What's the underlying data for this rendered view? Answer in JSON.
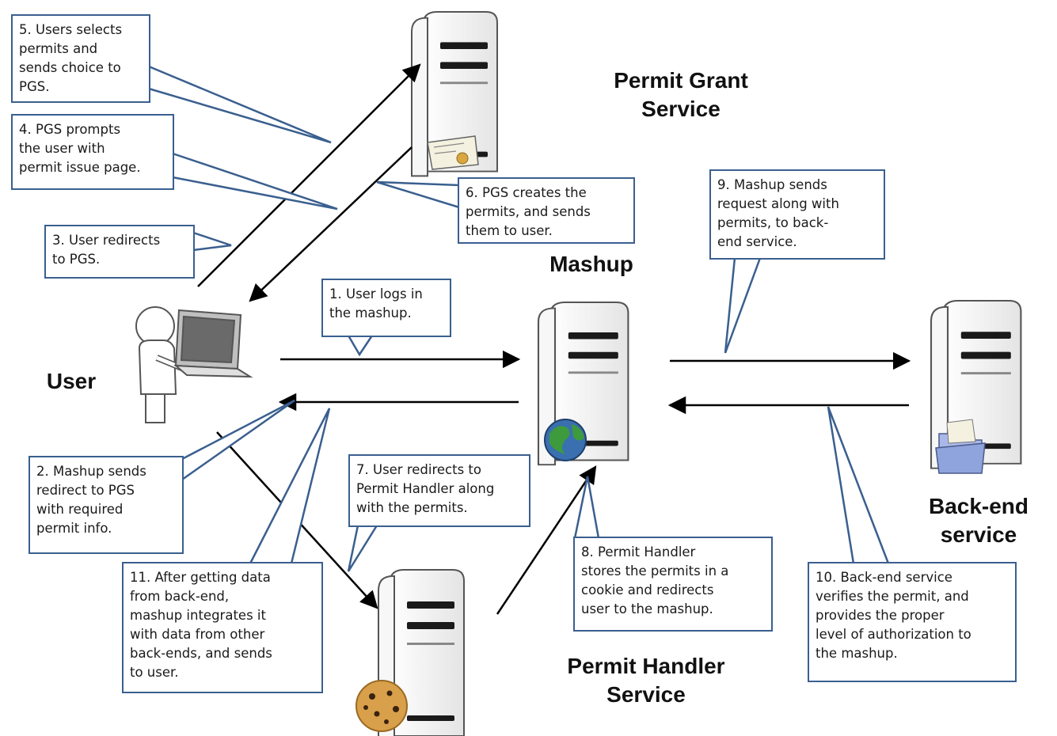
{
  "nodes": {
    "pgs": [
      "Permit Grant",
      "Service"
    ],
    "mashup": "Mashup",
    "user": "User",
    "backend": [
      "Back-end",
      "service"
    ],
    "phs": [
      "Permit Handler",
      "Service"
    ]
  },
  "steps": [
    {
      "id": "1",
      "lines": [
        "1. User logs in",
        "the mashup."
      ]
    },
    {
      "id": "2",
      "lines": [
        "2. Mashup sends",
        "redirect to PGS",
        "with required",
        "permit info."
      ]
    },
    {
      "id": "3",
      "lines": [
        "3. User redirects",
        "to PGS."
      ]
    },
    {
      "id": "4",
      "lines": [
        "4. PGS prompts",
        "the user with",
        "permit issue page."
      ]
    },
    {
      "id": "5",
      "lines": [
        "5. Users selects",
        "permits and",
        "sends choice to",
        "PGS."
      ]
    },
    {
      "id": "6",
      "lines": [
        "6. PGS creates the",
        "permits, and sends",
        "them to user."
      ]
    },
    {
      "id": "7",
      "lines": [
        "7. User redirects to",
        "Permit Handler along",
        "with the permits."
      ]
    },
    {
      "id": "8",
      "lines": [
        "8. Permit Handler",
        "stores the permits in a",
        "cookie and redirects",
        "user to the mashup."
      ]
    },
    {
      "id": "9",
      "lines": [
        "9. Mashup sends",
        "request along with",
        "permits, to back-",
        "end service."
      ]
    },
    {
      "id": "10",
      "lines": [
        "10. Back-end service",
        "verifies the permit, and",
        "provides the proper",
        "level of authorization to",
        "the mashup."
      ]
    },
    {
      "id": "11",
      "lines": [
        "11. After getting data",
        "from back-end,",
        "mashup integrates it",
        "with data from other",
        "back-ends, and sends",
        "to user."
      ]
    }
  ],
  "colors": {
    "callout_border": "#3a5f8f",
    "arrow": "#000000",
    "server_fill": "#f2f2f2",
    "server_stroke": "#555555"
  },
  "icons": [
    "server-icon",
    "user-with-laptop-icon",
    "globe-icon",
    "folder-icon",
    "cookie-icon",
    "scroll-permit-icon"
  ]
}
